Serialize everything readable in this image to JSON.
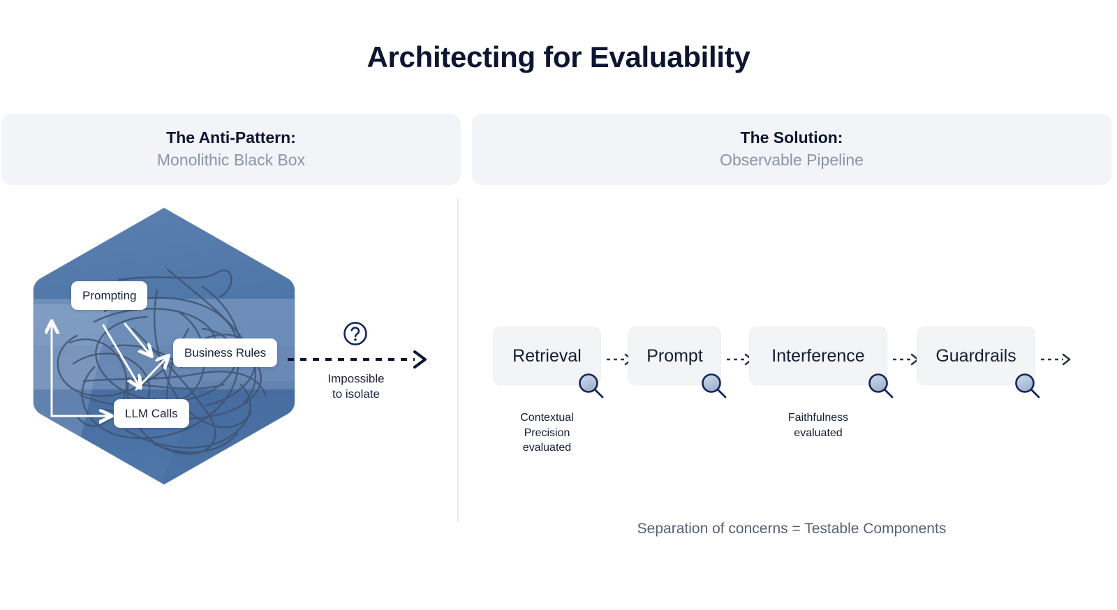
{
  "title": "Architecting for Evaluability",
  "panels": {
    "left": {
      "title": "The Anti-Pattern:",
      "subtitle": "Monolithic Black Box"
    },
    "right": {
      "title": "The Solution:",
      "subtitle": "Observable Pipeline"
    }
  },
  "blackbox": {
    "chips": [
      {
        "label": "Prompting"
      },
      {
        "label": "Business Rules"
      },
      {
        "label": "LLM Calls"
      }
    ],
    "isolate_note_line1": "Impossible",
    "isolate_note_line2": "to isolate",
    "question_icon": "question-circle-icon"
  },
  "pipeline": {
    "stages": [
      {
        "label": "Retrieval",
        "icon": "magnifier-icon",
        "caption": "Contextual\nPrecision\nevaluated"
      },
      {
        "label": "Prompt",
        "icon": "magnifier-icon",
        "caption": ""
      },
      {
        "label": "Interference",
        "icon": "magnifier-icon",
        "caption": "Faithfulness\nevaluated"
      },
      {
        "label": "Guardrails",
        "icon": "magnifier-icon",
        "caption": ""
      }
    ],
    "footer": "Separation of concerns = Testable Components"
  },
  "colors": {
    "title": "#0d1530",
    "panel_bg": "#f2f4f7",
    "panel_sub": "#8b94a6",
    "hex_blue_dark": "#43699c",
    "hex_blue_mid": "#5a80b0",
    "hex_blue_light": "#8fa9cc",
    "scribble": "#3c5170",
    "navy": "#12265c",
    "stage_bg": "#f3f4f6",
    "footer": "#566079"
  }
}
